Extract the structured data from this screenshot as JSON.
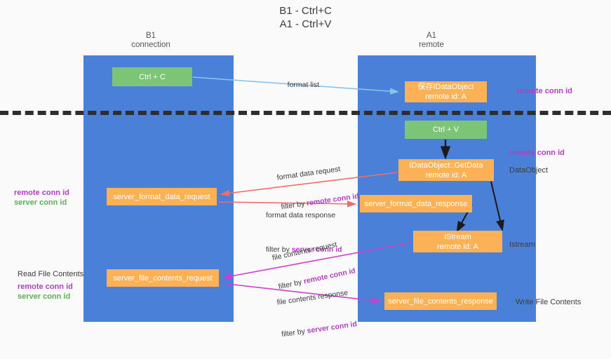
{
  "title": "B1 - Ctrl+C\nA1 - Ctrl+V",
  "columns": {
    "left": "B1\nconnection",
    "right": "A1\nremote"
  },
  "boxes": {
    "ctrl_c": "Ctrl + C",
    "save_dataobject": "保存IDataObject\nremote id: A",
    "ctrl_v": "Ctrl + V",
    "getdata": "IDataObject::GetData\nremote id: A",
    "server_format_data_request": "server_format_data_request",
    "server_format_data_response": "server_format_data_response",
    "istream": "IStream\nremote id: A",
    "server_file_contents_request": "server_file_contents_request",
    "server_file_contents_response": "server_file_contents_response"
  },
  "flow_labels": {
    "format_list": "format list",
    "format_data_request": "format data request",
    "format_data_request_filter_prefix": "filter by ",
    "format_data_request_filter_key": "remote conn id",
    "format_data_response": "format data response",
    "format_data_response_filter_prefix": "filter by ",
    "format_data_response_filter_key": "server conn id",
    "file_contents_request": "file contents request",
    "file_contents_request_filter_prefix": "filter by ",
    "file_contents_request_filter_key": "remote conn id",
    "file_contents_response": "file contents response",
    "file_contents_response_filter_prefix": "filter by ",
    "file_contents_response_filter_key": "server conn id"
  },
  "right_annotations": {
    "remote_conn_id_top": "remote conn id",
    "remote_conn_id_mid": "remote conn id",
    "dataobject": "DataObject",
    "istream": "Istream",
    "write_file_contents": "Write File Contents"
  },
  "left_annotations": {
    "remote_conn_id_mid": "remote conn id",
    "server_conn_id_mid": "server conn id",
    "read_file_contents": "Read File Contents",
    "remote_conn_id_bottom": "remote conn id",
    "server_conn_id_bottom": "server conn id"
  },
  "colors": {
    "lane_blue": "#4a80d8",
    "box_green": "#7cc576",
    "box_orange": "#fcb154",
    "accent_magenta": "#b03fc0",
    "accent_green": "#5fae56",
    "arrow_lightblue": "#8bc3e8",
    "arrow_red": "#ef6d6d",
    "arrow_magenta": "#cc3fcc",
    "arrow_black": "#1a1a1a",
    "divider": "#2e2e2e",
    "background": "#fafafa"
  }
}
